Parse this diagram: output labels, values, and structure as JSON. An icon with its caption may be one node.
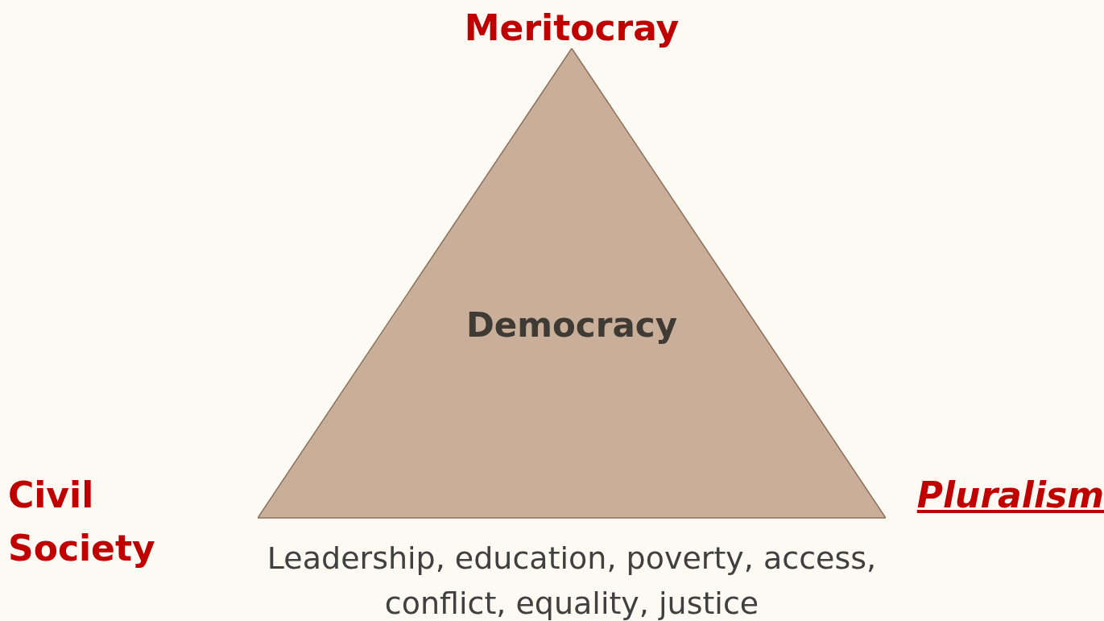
{
  "diagram": {
    "nodes": [
      {
        "text": [
          "Democracy"
        ]
      }
    ],
    "labels": [
      "Meritocray",
      "Civil Society",
      "Pluralism",
      "Leadership, education, poverty, access, conflict, equality, justice"
    ]
  }
}
